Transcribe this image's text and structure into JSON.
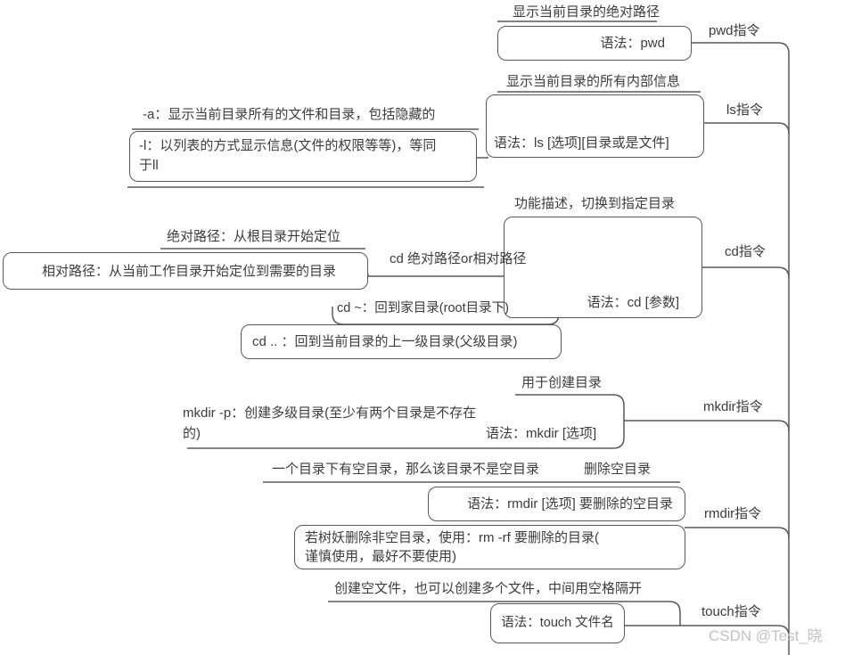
{
  "colors": {
    "line": "#585858",
    "text": "#3c3c3c",
    "watermark": "#c2c2c2"
  },
  "watermark": "CSDN @Test_晓",
  "branches": {
    "pwd": {
      "label": "pwd指令",
      "desc": "显示当前目录的绝对路径",
      "syntax": "语法：pwd"
    },
    "ls": {
      "label": "ls指令",
      "desc": "显示当前目录的所有内部信息",
      "syntax": "语法：ls [选项][目录或是文件]",
      "opt_a": "-a：显示当前目录所有的文件和目录，包括隐藏的",
      "opt_l": "-l：以列表的方式显示信息(文件的权限等等)，等同\n于ll"
    },
    "cd": {
      "label": "cd指令",
      "desc": "功能描述，切换到指定目录",
      "syntax": "语法：cd [参数]",
      "path_arg": "cd 绝对路径or相对路径",
      "abs_path": "绝对路径：从根目录开始定位",
      "rel_path": "相对路径：从当前工作目录开始定位到需要的目录",
      "home": "cd ~：回到家目录(root目录下)",
      "parent": "cd .. ：回到当前目录的上一级目录(父级目录)"
    },
    "mkdir": {
      "label": "mkdir指令",
      "desc": "用于创建目录",
      "syntax": "语法：mkdir [选项]",
      "opt_p": "mkdir -p：创建多级目录(至少有两个目录是不存在\n的)"
    },
    "rmdir": {
      "label": "rmdir指令",
      "desc": "删除空目录",
      "note": "一个目录下有空目录，那么该目录不是空目录",
      "syntax": "语法：rmdir [选项] 要删除的空目录",
      "rm_rf": "若树妖删除非空目录，使用：rm -rf 要删除的目录(\n谨慎使用，最好不要使用)"
    },
    "touch": {
      "label": "touch指令",
      "desc": "创建空文件，也可以创建多个文件，中间用空格隔开",
      "syntax": "语法：touch 文件名"
    }
  }
}
